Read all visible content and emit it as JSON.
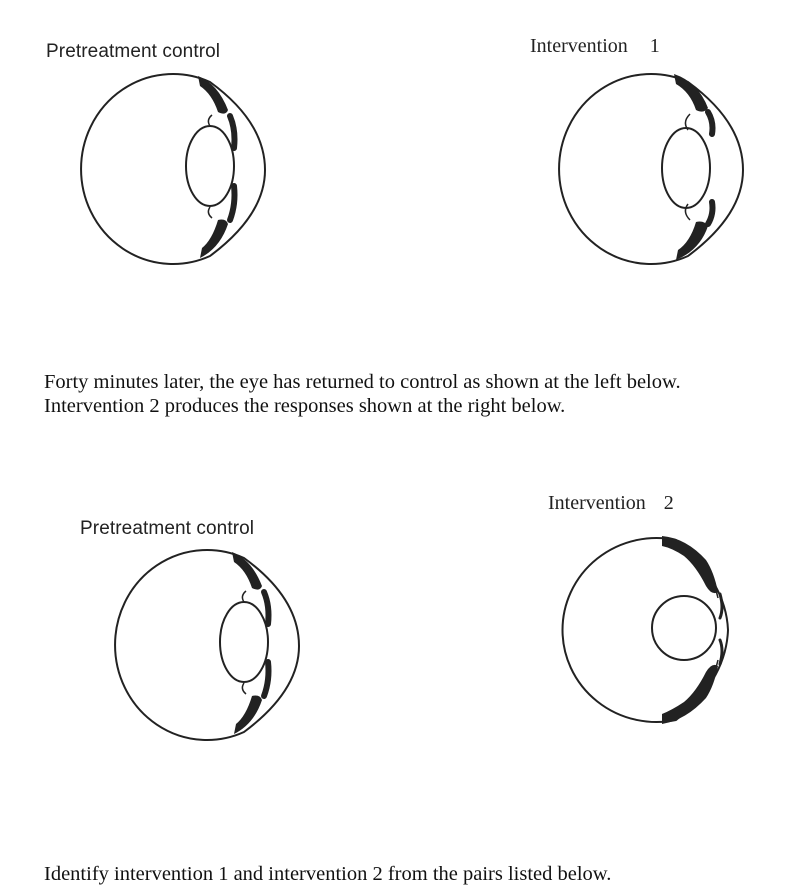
{
  "panels": {
    "top_left": {
      "label": "Pretreatment control",
      "state": "control"
    },
    "top_right": {
      "label": "Intervention",
      "number": "1",
      "state": "intervention-1"
    },
    "bottom_left": {
      "label": "Pretreatment control",
      "state": "control"
    },
    "bottom_right": {
      "label": "Intervention",
      "number": "2",
      "state": "intervention-2"
    }
  },
  "text": {
    "middle_line1": "Forty minutes later, the eye has returned to control as shown at the left below.",
    "middle_line2": "Intervention 2 produces the responses shown at the right below.",
    "question": "Identify intervention 1 and intervention 2 from the pairs listed below."
  }
}
